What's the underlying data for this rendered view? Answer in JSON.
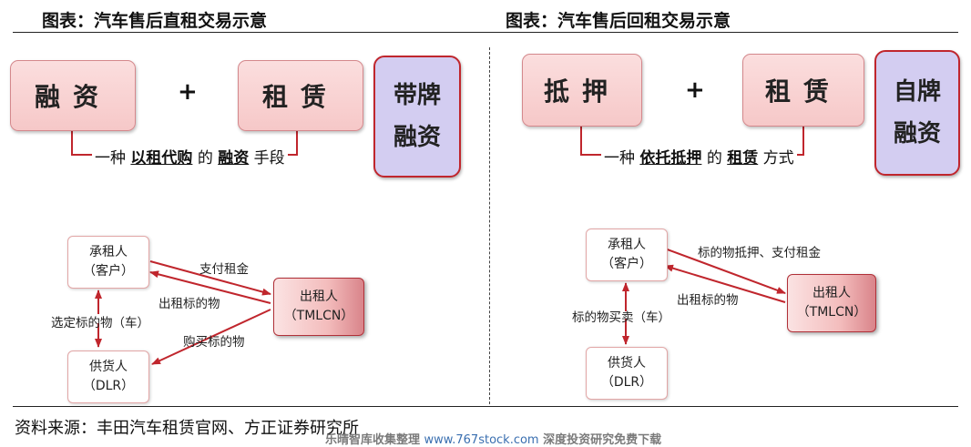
{
  "left": {
    "title": "图表：汽车售后直租交易示意",
    "box1": "融资",
    "plus": "+",
    "box2": "租赁",
    "purple_line1": "带牌",
    "purple_line2": "融资",
    "desc": {
      "pre": "一种",
      "em1": "以租代购",
      "mid": "的",
      "em2": "融资",
      "post": "手段"
    },
    "nodes": {
      "lessee_line1": "承租人",
      "lessee_line2": "（客户）",
      "supplier_line1": "供货人",
      "supplier_line2": "（DLR）",
      "lessor_line1": "出租人",
      "lessor_line2": "（TMLCN）"
    },
    "labels": {
      "pay_rent": "支付租金",
      "lease_item": "出租标的物",
      "select_item": "选定标的物（车）",
      "buy_item": "购买标的物"
    }
  },
  "right": {
    "title": "图表：汽车售后回租交易示意",
    "box1": "抵押",
    "plus": "+",
    "box2": "租赁",
    "purple_line1": "自牌",
    "purple_line2": "融资",
    "desc": {
      "pre": "一种",
      "em1": "依托抵押",
      "mid": "的",
      "em2": "租赁",
      "post": "方式"
    },
    "nodes": {
      "lessee_line1": "承租人",
      "lessee_line2": "（客户）",
      "supplier_line1": "供货人",
      "supplier_line2": "（DLR）",
      "lessor_line1": "出租人",
      "lessor_line2": "（TMLCN）"
    },
    "labels": {
      "mortgage_pay": "标的物抵押、支付租金",
      "lease_item": "出租标的物",
      "buy_sell": "标的物买卖（车）"
    }
  },
  "footer": "资料来源：丰田汽车租赁官网、方正证券研究所",
  "watermark": {
    "pre": "乐晴智库收集整理",
    "url": "www.767stock.com",
    "post": "深度投资研究免费下载"
  },
  "colors": {
    "accent_red": "#c0262d",
    "box_pink": "#f6c8c8",
    "box_purple": "#d3cdf1"
  }
}
